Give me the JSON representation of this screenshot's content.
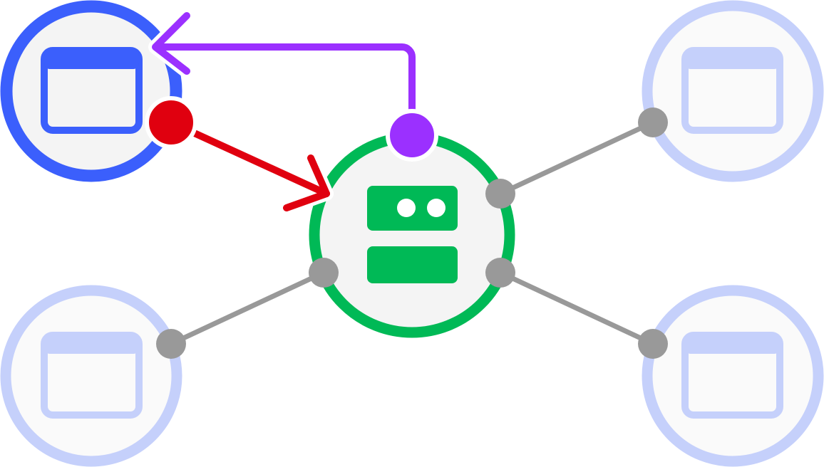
{
  "colors": {
    "active_app": "#3b5ffc",
    "inactive_app": "#c5d0fb",
    "agent": "#00b956",
    "connector": "#999999",
    "request_arrow": "#e0000f",
    "response_arrow": "#9b30ff",
    "node_fill": "#f4f4f4",
    "inactive_fill": "#fafafa"
  },
  "nodes": [
    {
      "role": "app",
      "state": "active",
      "icon": "window-icon"
    },
    {
      "role": "agent",
      "state": "active",
      "icon": "robot-icon"
    },
    {
      "role": "app",
      "state": "inactive",
      "icon": "window-icon"
    },
    {
      "role": "app",
      "state": "inactive",
      "icon": "window-icon"
    },
    {
      "role": "app",
      "state": "inactive",
      "icon": "window-icon"
    }
  ]
}
